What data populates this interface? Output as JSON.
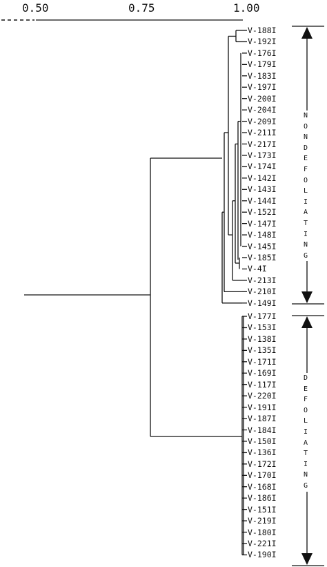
{
  "scale": {
    "ticks": [
      "0.50",
      "0.75",
      "1.00"
    ],
    "values": [
      0.5,
      0.75,
      1.0
    ]
  },
  "nondefoliating_leaves": [
    "V-188I",
    "V-192I",
    "V-176I",
    "V-179I",
    "V-183I",
    "V-197I",
    "V-200I",
    "V-204I",
    "V-209I",
    "V-211I",
    "V-217I",
    "V-173I",
    "V-174I",
    "V-142I",
    "V-143I",
    "V-144I",
    "V-152I",
    "V-147I",
    "V-148I",
    "V-145I",
    "V-185I",
    "V-4I",
    "V-213I",
    "V-210I",
    "V-149I"
  ],
  "defoliating_leaves": [
    "V-177I",
    "V-153I",
    "V-138I",
    "V-135I",
    "V-171I",
    "V-169I",
    "V-117I",
    "V-220I",
    "V-191I",
    "V-187I",
    "V-184I",
    "V-150I",
    "V-136I",
    "V-172I",
    "V-170I",
    "V-168I",
    "V-186I",
    "V-151I",
    "V-219I",
    "V-180I",
    "V-221I",
    "V-190I"
  ],
  "groups": {
    "nondefoliating": "NONDEFOLIATING",
    "defoliating": "DEFOLIATING"
  },
  "colors": {
    "ink": "#111111",
    "paper": "#ffffff"
  }
}
